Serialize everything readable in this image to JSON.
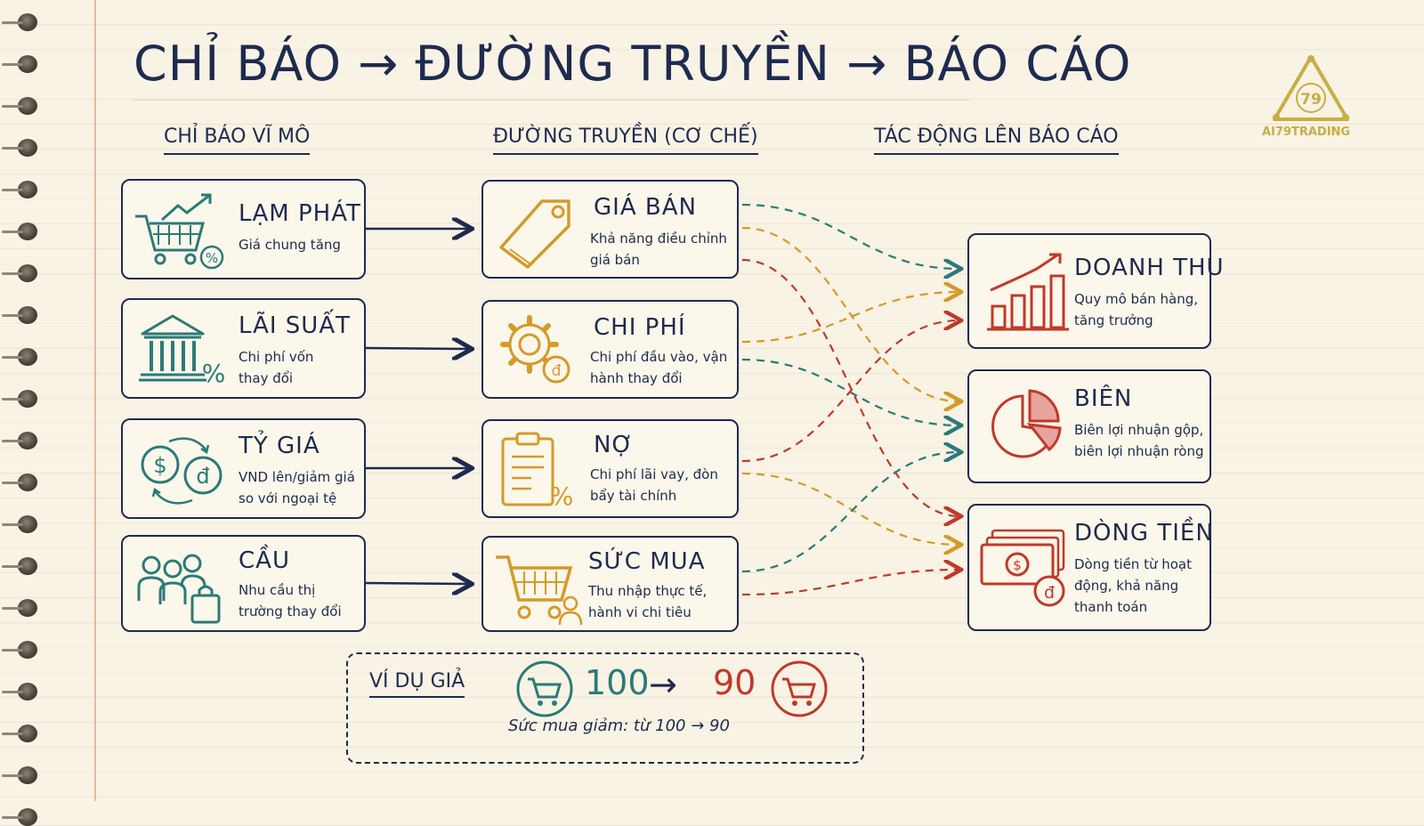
{
  "title": "CHỈ BÁO → ĐƯỜNG TRUYỀN → BÁO CÁO",
  "logo": {
    "text": "AI79TRADING",
    "mark": "79"
  },
  "columns": {
    "indicators": "CHỈ BÁO VĨ MÔ",
    "channels": "ĐƯỜNG TRUYỀN (CƠ CHẾ)",
    "impacts": "TÁC ĐỘNG LÊN BÁO CÁO"
  },
  "indicators": [
    {
      "title": "LẠM PHÁT",
      "sub": "Giá chung tăng",
      "icon": "cart-growth-percent-icon"
    },
    {
      "title": "LÃI SUẤT",
      "sub": "Chi phí vốn thay đổi",
      "icon": "bank-percent-icon"
    },
    {
      "title": "TỶ GIÁ",
      "sub": "VND lên/giảm giá so với ngoại tệ",
      "icon": "currency-exchange-icon"
    },
    {
      "title": "CẦU",
      "sub": "Nhu cầu thị trường thay đổi",
      "icon": "people-shopping-bag-icon"
    }
  ],
  "channels": [
    {
      "title": "GIÁ BÁN",
      "sub": "Khả năng điều chỉnh giá bán",
      "icon": "price-tag-icon"
    },
    {
      "title": "CHI PHÍ",
      "sub": "Chi phí đầu vào, vận hành thay đổi",
      "icon": "gear-dong-icon"
    },
    {
      "title": "NỢ",
      "sub": "Chi phí lãi vay, đòn bẩy tài chính",
      "icon": "clipboard-percent-icon"
    },
    {
      "title": "SỨC MUA",
      "sub": "Thu nhập thực tế, hành vi chi tiêu",
      "icon": "cart-person-icon"
    }
  ],
  "impacts": [
    {
      "title": "DOANH THU",
      "sub": "Quy mô bán hàng, tăng trưởng",
      "icon": "bar-growth-icon"
    },
    {
      "title": "BIÊN",
      "sub": "Biên lợi nhuận gộp, biên lợi nhuận ròng",
      "icon": "pie-chart-icon"
    },
    {
      "title": "DÒNG TIỀN",
      "sub": "Dòng tiền từ hoạt động, khả năng thanh toán",
      "icon": "cash-dong-icon"
    }
  ],
  "links": [
    {
      "from": 0,
      "to": 0,
      "color": "#2b7a78"
    },
    {
      "from": 0,
      "to": 1,
      "color": "#d49a2a"
    },
    {
      "from": 0,
      "to": 2,
      "color": "#c0392b"
    },
    {
      "from": 1,
      "to": 0,
      "color": "#d49a2a"
    },
    {
      "from": 1,
      "to": 1,
      "color": "#2b7a78"
    },
    {
      "from": 2,
      "to": 0,
      "color": "#c0392b"
    },
    {
      "from": 2,
      "to": 2,
      "color": "#d49a2a"
    },
    {
      "from": 3,
      "to": 1,
      "color": "#2b7a78"
    },
    {
      "from": 3,
      "to": 2,
      "color": "#c0392b"
    }
  ],
  "colors": {
    "ink": "#1e2a4f",
    "teal": "#2b7a78",
    "amber": "#d49a2a",
    "red": "#c0392b"
  },
  "example": {
    "title": "VÍ DỤ GIẢ",
    "from": "100",
    "to": "90",
    "arrow": "→",
    "note": "Sức mua giảm: từ 100 → 90"
  }
}
